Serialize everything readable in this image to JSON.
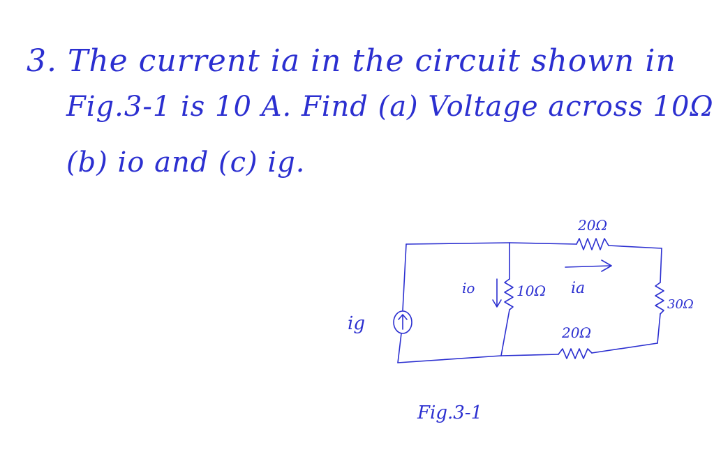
{
  "problem": {
    "line1": "3. The current ia in the circuit shown in",
    "line2": "Fig.3-1 is 10 A. Find (a) Voltage across 10Ω",
    "line3": "(b) io and (c) ig."
  },
  "circuit": {
    "source_label": "ig",
    "r_top_label": "20Ω",
    "r_mid_label": "10Ω",
    "r_right_label": "30Ω",
    "r_bottom_label": "20Ω",
    "io_label": "io",
    "ia_label": "ia",
    "figure_caption": "Fig.3-1"
  },
  "colors": {
    "ink": "#2b2fd0",
    "paper": "#ffffff"
  }
}
